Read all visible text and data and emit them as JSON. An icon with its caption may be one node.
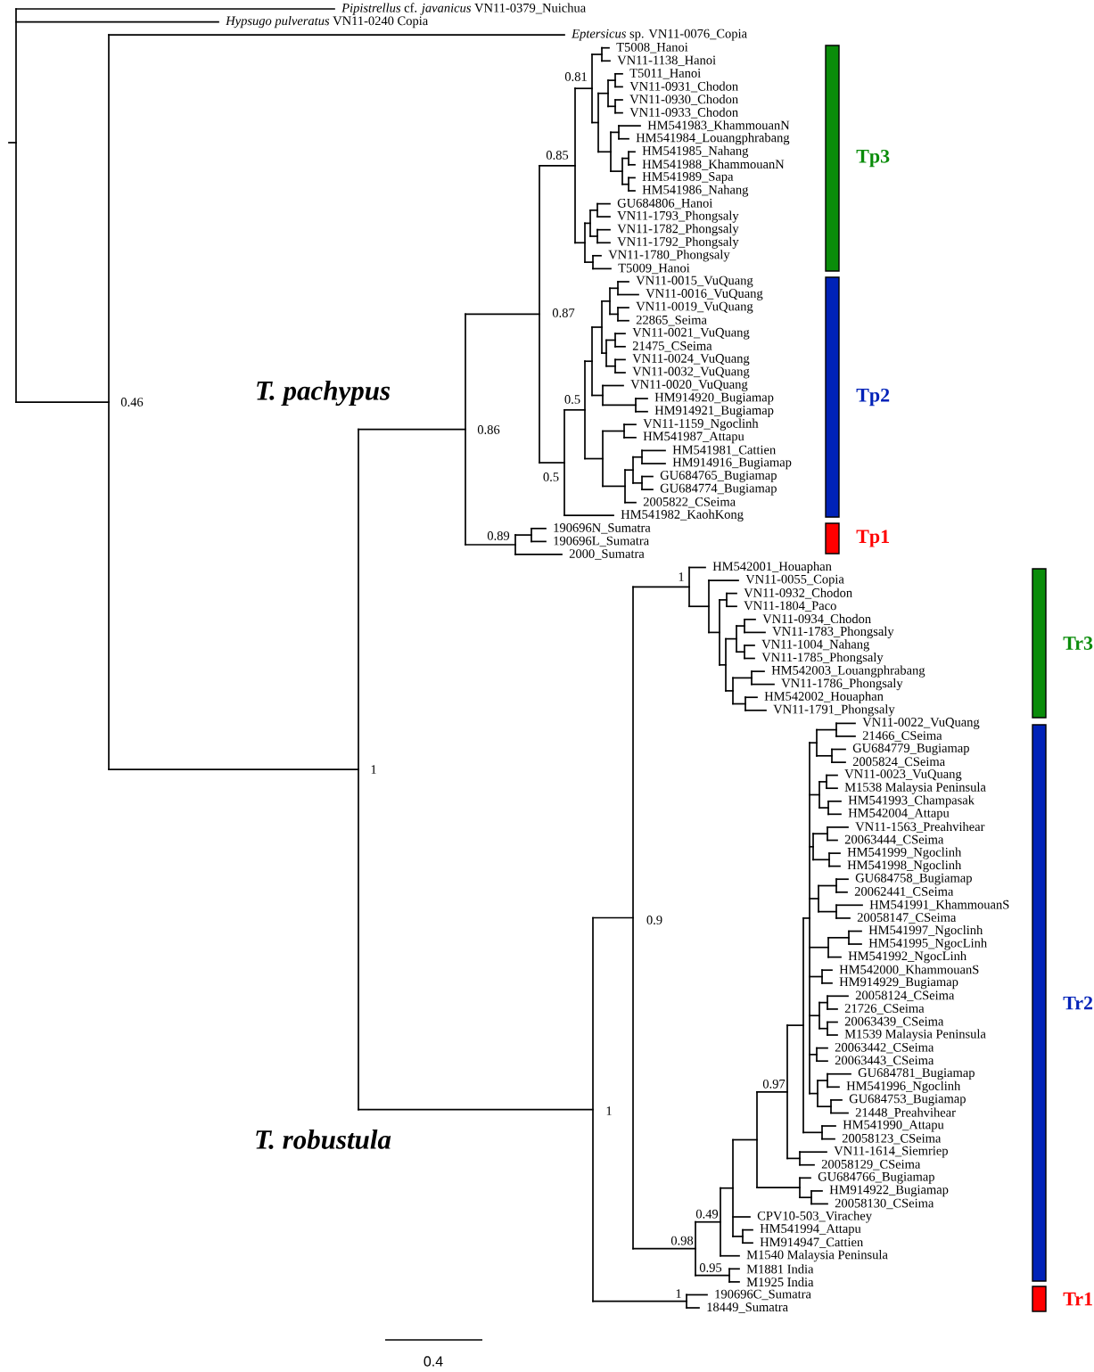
{
  "diagram": {
    "nodes": [
      {
        "text": [
          "Tp3"
        ]
      },
      {
        "text": [
          "Tp2"
        ]
      },
      {
        "text": [
          "Tp1"
        ]
      },
      {
        "text": [
          "Tr3"
        ]
      },
      {
        "text": [
          "Tr2"
        ]
      },
      {
        "text": [
          "Tr1"
        ]
      }
    ],
    "labels": [
      "*Pipistrellus* cf. *javanicus* VN11-0379_Nuichua",
      "*Hypsugo pulveratus* VN11-0240 Copia",
      "*Eptersicus* sp. VN11-0076_Copia",
      "T5008_Hanoi",
      "VN11-1138_Hanoi",
      "T5011_Hanoi",
      "VN11-0931_Chodon",
      "VN11-0930_Chodon",
      "VN11-0933_Chodon",
      "HM541983_KhammouanN",
      "HM541984_Louangphrabang",
      "HM541985_Nahang",
      "HM541988_KhammouanN",
      "HM541989_Sapa",
      "HM541986_Nahang",
      "GU684806_Hanoi",
      "VN11-1793_Phongsaly",
      "VN11-1782_Phongsaly",
      "VN11-1792_Phongsaly",
      "VN11-1780_Phongsaly",
      "T5009_Hanoi",
      "VN11-0015_VuQuang",
      "VN11-0016_VuQuang",
      "VN11-0019_VuQuang",
      "22865_Seima",
      "VN11-0021_VuQuang",
      "21475_CSeima",
      "VN11-0024_VuQuang",
      "VN11-0032_VuQuang",
      "VN11-0020_VuQuang",
      "HM914920_Bugiamap",
      "HM914921_Bugiamap",
      "VN11-1159_Ngoclinh",
      "HM541987_Attapu",
      "HM541981_Cattien",
      "HM914916_Bugiamap",
      "GU684765_Bugiamap",
      "GU684774_Bugiamap",
      "2005822_CSeima",
      "HM541982_KaohKong",
      "190696N_Sumatra",
      "190696L_Sumatra",
      "2000_Sumatra",
      "HM542001_Houaphan",
      "VN11-0055_Copia",
      "VN11-0932_Chodon",
      "VN11-1804_Paco",
      "VN11-0934_Chodon",
      "VN11-1783_Phongsaly",
      "VN11-1004_Nahang",
      "VN11-1785_Phongsaly",
      "HM542003_Louangphrabang",
      "VN11-1786_Phongsaly",
      "HM542002_Houaphan",
      "VN11-1791_Phongsaly",
      "VN11-0022_VuQuang",
      "21466_CSeima",
      "GU684779_Bugiamap",
      "2005824_CSeima",
      "VN11-0023_VuQuang",
      "M1538 Malaysia Peninsula",
      "HM541993_Champasak",
      "HM542004_Attapu",
      "VN11-1563_Preahvihear",
      "20063444_CSeima",
      "HM541999_Ngoclinh",
      "HM541998_Ngoclinh",
      "GU684758_Bugiamap",
      "20062441_CSeima",
      "HM541991_KhammouanS",
      "20058147_CSeima",
      "HM541997_Ngoclinh",
      "HM541995_NgocLinh",
      "HM541992_NgocLinh",
      "HM542000_KhammouanS",
      "HM914929_Bugiamap",
      "20058124_CSeima",
      "21726_CSeima",
      "20063439_CSeima",
      "M1539 Malaysia Peninsula",
      "20063442_CSeima",
      "20063443_CSeima",
      "GU684781_Bugiamap",
      "HM541996_Ngoclinh",
      "GU684753_Bugiamap",
      "21448_Preahvihear",
      "HM541990_Attapu",
      "20058123_CSeima",
      "VN11-1614_Siemriep",
      "20058129_CSeima",
      "GU684766_Bugiamap",
      "HM914922_Bugiamap",
      "20058130_CSeima",
      "CPV10-503_Virachey",
      "HM541994_Attapu",
      "HM914947_Cattien",
      "M1540 Malaysia Peninsula",
      "M1881 India",
      "M1925 India",
      "190696C_Sumatra",
      "18449_Sumatra",
      "0.81",
      "0.85",
      "0.87",
      "0.5",
      "0.46",
      "0.86",
      "0.5",
      "0.89",
      "1",
      "1",
      "0.9",
      "0.97",
      "1",
      "0.49",
      "0.98",
      "0.95",
      "1",
      "T. pachypus",
      "T. robustula",
      "0.4"
    ]
  }
}
